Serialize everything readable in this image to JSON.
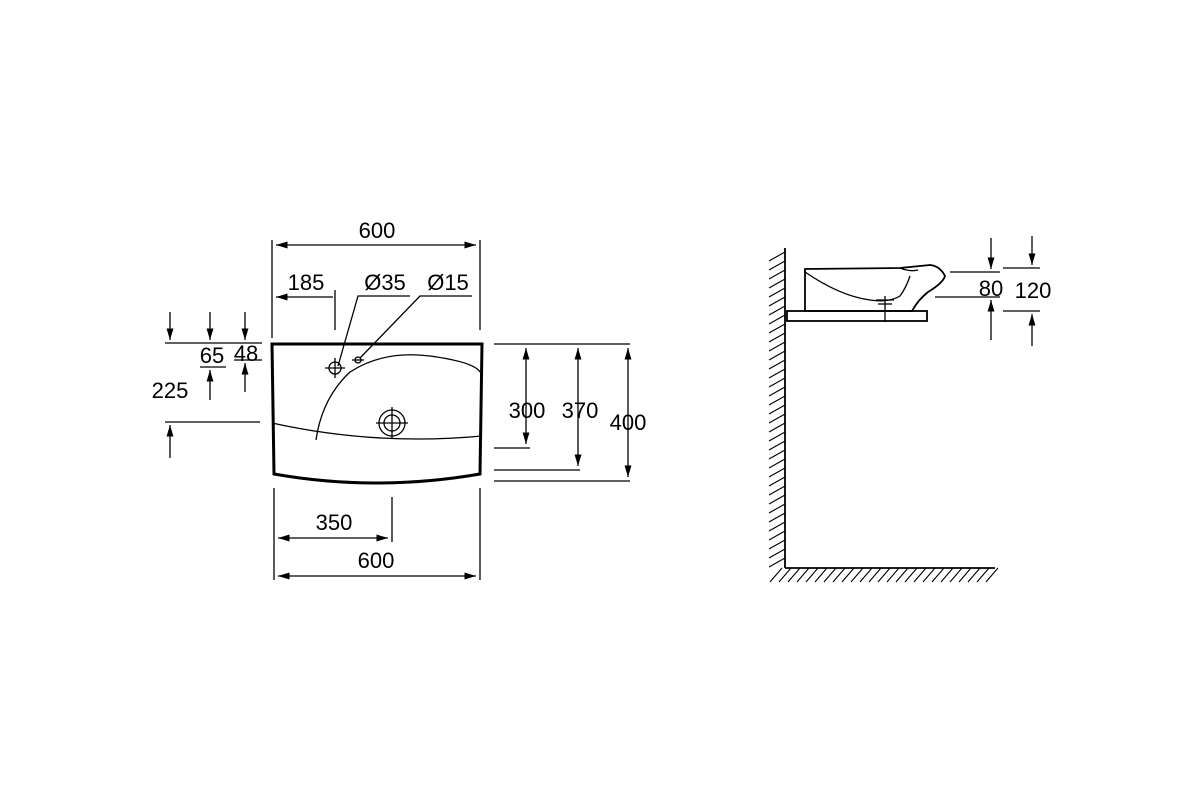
{
  "plan_view": {
    "width_top": "600",
    "width_bottom": "600",
    "offset_tap": "185",
    "tap_hole_diameter": "Ø35",
    "overflow_diameter": "Ø15",
    "drain_offset": "350",
    "depth_300": "300",
    "depth_370": "370",
    "depth_400": "400",
    "left_225": "225",
    "left_65": "65",
    "left_48": "48"
  },
  "side_view": {
    "height_80": "80",
    "height_120": "120"
  }
}
